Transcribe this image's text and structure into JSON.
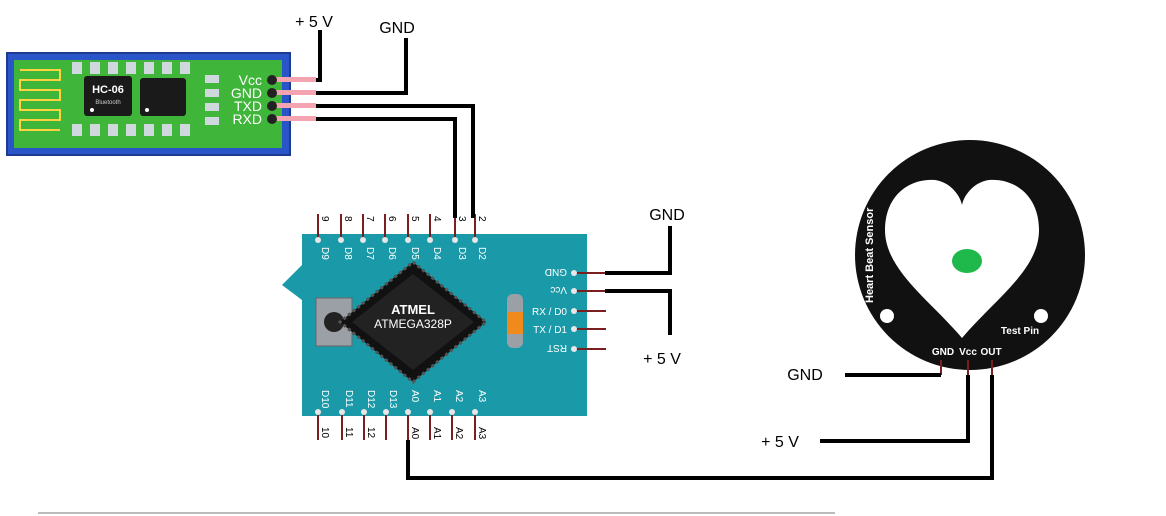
{
  "labels": {
    "bt_vcc_supply": "+ 5 V",
    "bt_gnd": "GND",
    "arduino_gnd": "GND",
    "arduino_vcc_supply": "+ 5 V",
    "sensor_gnd": "GND",
    "sensor_vcc_supply": "+ 5 V"
  },
  "hc06": {
    "chip_name": "HC-06",
    "chip_sub": "Bluetooth",
    "pins": [
      "Vcc",
      "GND",
      "TXD",
      "RXD"
    ]
  },
  "arduino": {
    "chip_line1": "ATMEL",
    "chip_line2": "ATMEGA328P",
    "top_numbers": [
      "9",
      "8",
      "7",
      "6",
      "5",
      "4",
      "3",
      "2"
    ],
    "top_pins": [
      "D9",
      "D8",
      "D7",
      "D6",
      "D5",
      "D4",
      "D3",
      "D2"
    ],
    "right_pins": [
      "GND",
      "Vcc",
      "RX / D0",
      "TX / D1",
      "RST"
    ],
    "bottom_pins": [
      "D10",
      "D11",
      "D12",
      "D13",
      "A0",
      "A1",
      "A2",
      "A3"
    ],
    "bottom_numbers": [
      "10",
      "11",
      "12",
      "",
      "A0",
      "A1",
      "A2",
      "A3"
    ]
  },
  "sensor": {
    "name": "Heart Beat Sensor",
    "test_pin": "Test Pin",
    "pins": [
      "GND",
      "Vcc",
      "OUT"
    ]
  },
  "colors": {
    "hc06_board": "#2a55c8",
    "hc06_inner": "#3fb53a",
    "arduino_board": "#1a9aa8",
    "sensor_body": "#111111",
    "sensor_led": "#1fb84a",
    "wire": "#000000"
  }
}
